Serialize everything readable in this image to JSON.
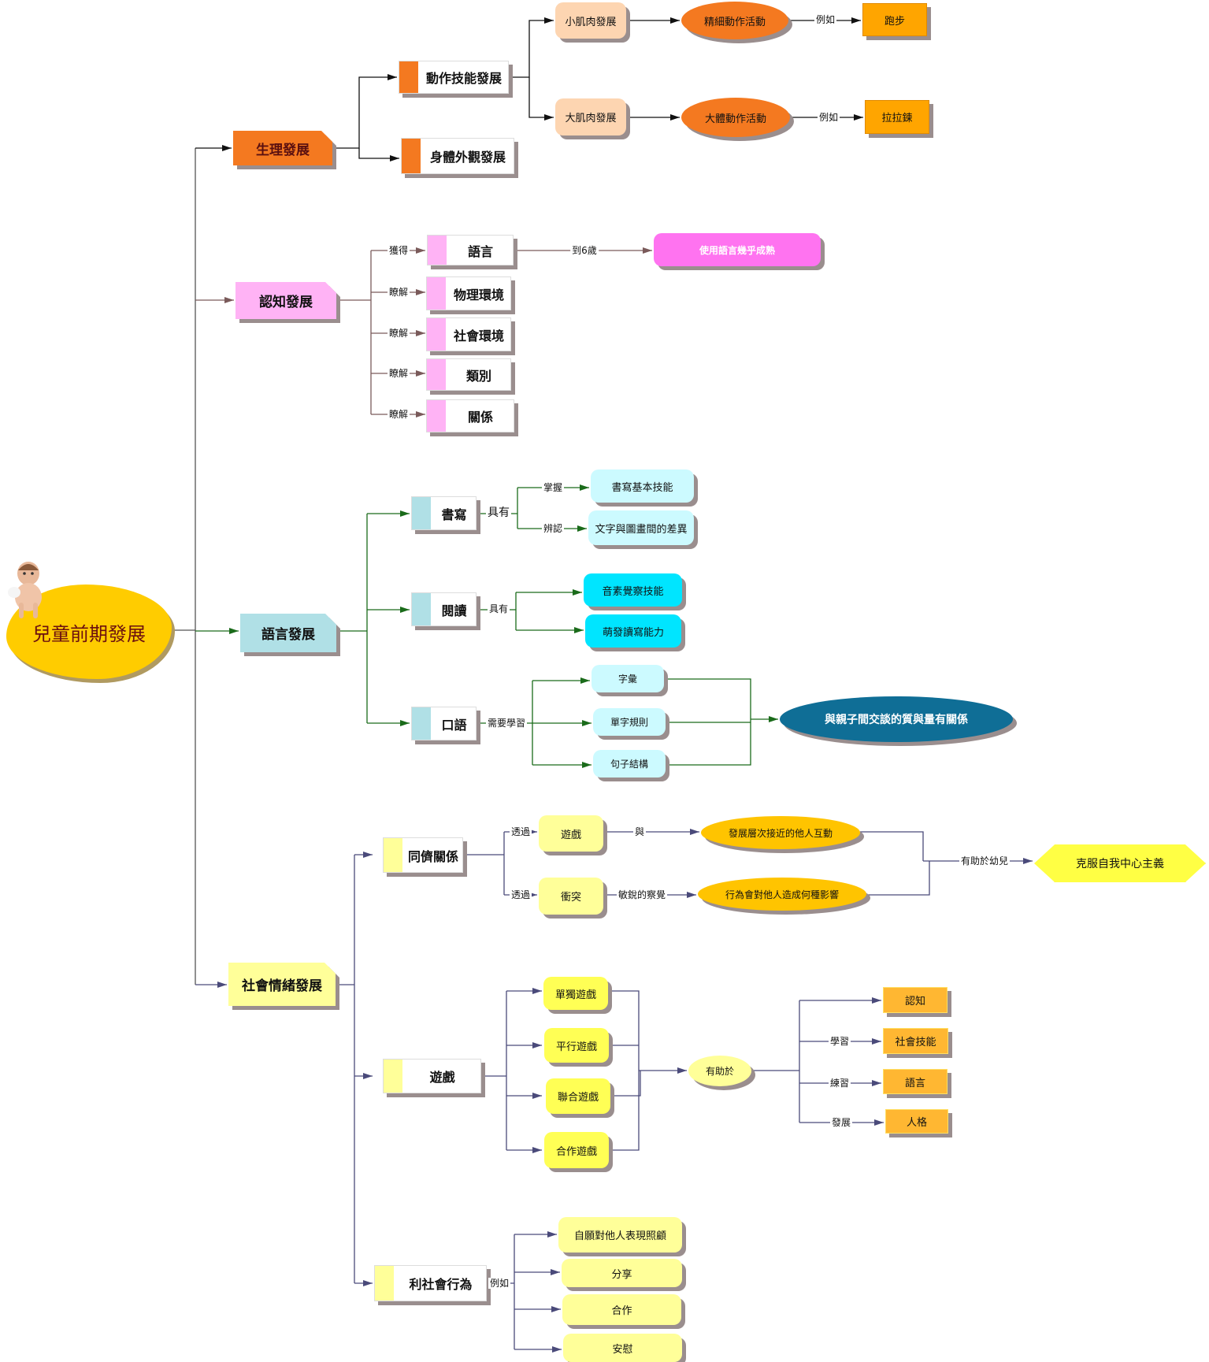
{
  "root": {
    "label": "兒童前期發展",
    "icon": "baby-photo"
  },
  "colors": {
    "physical": "#f47920",
    "cognitive": "#ffb3f5",
    "language": "#b0e0e6",
    "social": "#ffff99",
    "orange_light": "#fdd5b1",
    "gold": "#ffa500",
    "magenta": "#ff73f0",
    "cyan": "#00e5ff",
    "cyan_light": "#ccfaff",
    "teal_dark": "#0f6e96",
    "yellow_node": "#ffff55",
    "gold_ellipse": "#ffc400",
    "amber": "#ffb732"
  },
  "branches": {
    "physical": {
      "label": "生理發展",
      "children": {
        "motor": {
          "label": "動作技能發展"
        },
        "appearance": {
          "label": "身體外觀發展"
        },
        "fine": {
          "label": "小肌肉發展",
          "activity": "精細動作活動",
          "edge": "例如",
          "example": "跑步"
        },
        "gross": {
          "label": "大肌肉發展",
          "activity": "大體動作活動",
          "edge": "例如",
          "example": "拉拉鍊"
        }
      }
    },
    "cognitive": {
      "label": "認知發展",
      "children": [
        {
          "edge": "獲得",
          "label": "語言"
        },
        {
          "edge": "瞭解",
          "label": "物理環境"
        },
        {
          "edge": "瞭解",
          "label": "社會環境"
        },
        {
          "edge": "瞭解",
          "label": "類別"
        },
        {
          "edge": "瞭解",
          "label": "關係"
        }
      ],
      "language_edge": "到6歲",
      "language_result": "使用語言幾乎成熟"
    },
    "language": {
      "label": "語言發展",
      "writing": {
        "label": "書寫",
        "edge": "具有",
        "items": [
          {
            "edge": "掌握",
            "label": "書寫基本技能"
          },
          {
            "edge": "辨認",
            "label": "文字與圖畫間的差異"
          }
        ]
      },
      "reading": {
        "label": "閱讀",
        "edge": "具有",
        "items": [
          {
            "label": "音素覺察技能"
          },
          {
            "label": "萌發讀寫能力"
          }
        ]
      },
      "oral": {
        "label": "口語",
        "edge": "需要學習",
        "items": [
          {
            "label": "字彙"
          },
          {
            "label": "單字規則"
          },
          {
            "label": "句子結構"
          }
        ],
        "result": "與親子間交談的質與量有關係"
      }
    },
    "social": {
      "label": "社會情緒發展",
      "peer": {
        "label": "同儕關係",
        "play": {
          "edge": "透過",
          "label": "遊戲",
          "edge2": "與",
          "result": "發展層次接近的他人互動"
        },
        "conflict": {
          "edge": "透過",
          "label": "衝突",
          "edge2": "敏銳的察覺",
          "result": "行為會對他人造成何種影響"
        },
        "merge_edge": "有助於幼兒",
        "final": "克服自我中心主義"
      },
      "play": {
        "label": "遊戲",
        "types": [
          "單獨遊戲",
          "平行遊戲",
          "聯合遊戲",
          "合作遊戲"
        ],
        "hub": "有助於",
        "benefits": [
          {
            "edge": "",
            "label": "認知"
          },
          {
            "edge": "學習",
            "label": "社會技能"
          },
          {
            "edge": "練習",
            "label": "語言"
          },
          {
            "edge": "發展",
            "label": "人格"
          }
        ]
      },
      "prosocial": {
        "label": "利社會行為",
        "edge": "例如",
        "items": [
          "自願對他人表現照顧",
          "分享",
          "合作",
          "安慰"
        ]
      }
    }
  }
}
